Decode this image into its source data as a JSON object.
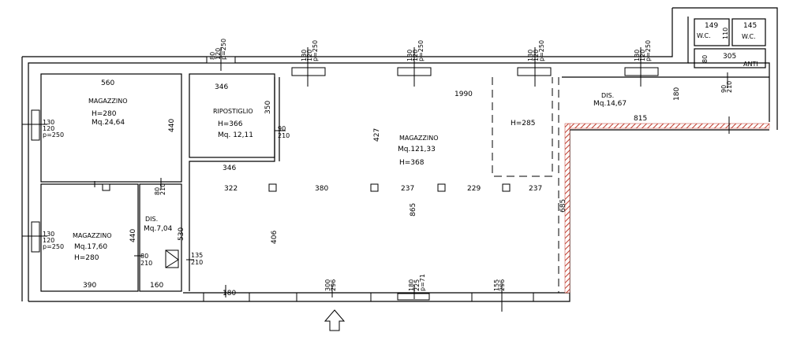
{
  "rooms": {
    "magazzino_large": {
      "label": "MAGAZZINO",
      "height": "H=280",
      "area": "Mq.24,64",
      "width_dim": "560",
      "depth_dim": "440"
    },
    "magazzino_small": {
      "label": "MAGAZZINO",
      "area": "Mq.17,60",
      "height": "H=280",
      "width_dim": "390",
      "depth_dim": "440"
    },
    "ripostiglio": {
      "label": "RIPOSTIGLIO",
      "height": "H=366",
      "area": "Mq.  12,11",
      "width_dim": "346",
      "width_dim_bottom": "346",
      "depth_dim": "350"
    },
    "dis_small": {
      "label": "DIS.",
      "area": "Mq.7,04",
      "depth_dim": "530",
      "width_dim": "160"
    },
    "magazzino_main": {
      "label": "MAGAZZINO",
      "area": "Mq.121,33",
      "height": "H=368",
      "length_dim": "1990",
      "depth_dim": "865",
      "depth_dim_left": "406",
      "depth_dim_right": "685",
      "inner_h": "H=285",
      "inner_dim": "427",
      "wall_dim": "180"
    },
    "dis_large": {
      "label": "DIS.",
      "area": "Mq.14,67",
      "depth_dim": "180",
      "length_dim": "815"
    },
    "anti": {
      "label": "ANTI",
      "width_dim": "305",
      "depth_dim": "80"
    },
    "wc1": {
      "label": "W.C.",
      "width_dim": "149"
    },
    "wc2": {
      "label": "W.C.",
      "width_dim": "145",
      "side_dim": "110"
    }
  },
  "spans": [
    "322",
    "380",
    "237",
    "229",
    "237"
  ],
  "openings": {
    "w1": [
      "80",
      "120",
      "p=250"
    ],
    "w2": [
      "130",
      "120",
      "p=250"
    ],
    "w3": [
      "130",
      "120",
      "p=250"
    ],
    "w4": [
      "130",
      "120",
      "p=250"
    ],
    "w5": [
      "130",
      "120",
      "p=250"
    ],
    "wl1": [
      "130",
      "120",
      "p=250"
    ],
    "wl2": [
      "130",
      "120",
      "p=250"
    ],
    "d1": [
      "80",
      "210"
    ],
    "d2": [
      "80",
      "210"
    ],
    "d3": [
      "90",
      "210"
    ],
    "d4": [
      "135",
      "210"
    ],
    "d5": [
      "90",
      "210"
    ],
    "b1": [
      "300",
      "296"
    ],
    "b2": [
      "180",
      "225",
      "p=71"
    ],
    "b3": [
      "155",
      "296"
    ]
  },
  "colors": {
    "wall": "#000000",
    "hatch": "#c0392b"
  }
}
